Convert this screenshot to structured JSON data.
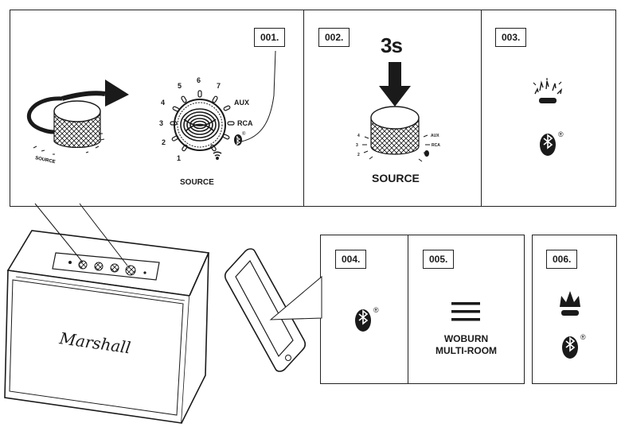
{
  "steps": [
    {
      "number": "001.",
      "source_label": "SOURCE",
      "dial_numbers": [
        "1",
        "2",
        "3",
        "4",
        "5",
        "6",
        "7"
      ],
      "aux_label": "AUX",
      "rca_label": "RCA"
    },
    {
      "number": "002.",
      "hold_time": "3s",
      "source_label": "SOURCE"
    },
    {
      "number": "003.",
      "bluetooth_mark": "®"
    },
    {
      "number": "004.",
      "bluetooth_mark": "®"
    },
    {
      "number": "005.",
      "app_name_line1": "WOBURN",
      "app_name_line2": "MULTI-ROOM"
    },
    {
      "number": "006.",
      "bluetooth_mark": "®"
    }
  ],
  "speaker": {
    "brand": "Marshall"
  },
  "colors": {
    "line": "#1a1a1a",
    "background": "#ffffff"
  }
}
